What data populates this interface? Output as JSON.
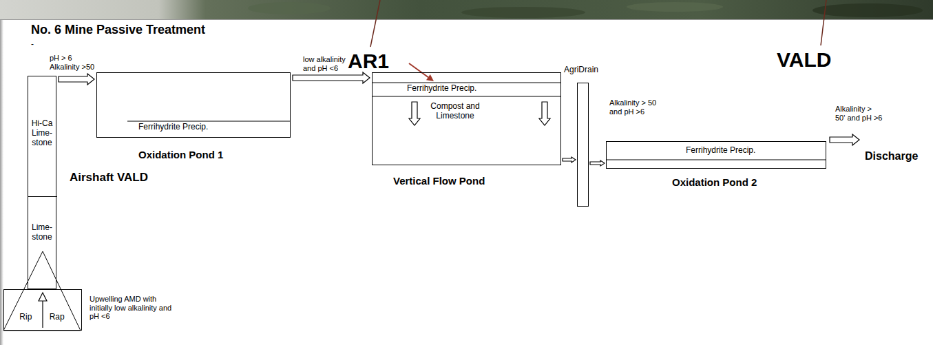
{
  "diagram": {
    "title": "No. 6 Mine Passive Treatment",
    "nodes": [
      {
        "text": [
          "Airshaft VALD"
        ]
      },
      {
        "text": [
          "Hi-Ca Lime- stone"
        ],
        "in": 0
      },
      {
        "text": [
          "Lime- stone"
        ],
        "in": 0
      },
      {
        "text": [
          "Rip Rap"
        ]
      },
      {
        "text": [
          "Ferrihydrite Precip.",
          "Oxidation Pond 1"
        ]
      },
      {
        "text": [
          "Ferrihydrite Precip.",
          "Compost and Limestone",
          "Vertical Flow Pond"
        ]
      },
      {
        "text": [
          "AgriDrain"
        ]
      },
      {
        "text": [
          "Ferrihydrite Precip.",
          "Oxidation Pond 2"
        ]
      }
    ],
    "edges": [
      {
        "from": 0,
        "to": 4,
        "arrow": "to"
      },
      {
        "from": 4,
        "to": 5,
        "arrow": "to"
      },
      {
        "from": 5,
        "to": 6,
        "arrow": "to"
      },
      {
        "from": 6,
        "to": 7,
        "arrow": "to"
      }
    ],
    "labels": [
      "AR1",
      "VALD",
      "-",
      "pH > 6 Alkalinity >50",
      "low alkalinity and pH <6",
      "Alkalinity > 50 and pH >6",
      "Alkalinity > 50' and pH >6",
      "Discharge",
      "Upwelling AMD with initially low alkalinity and pH <6"
    ]
  }
}
